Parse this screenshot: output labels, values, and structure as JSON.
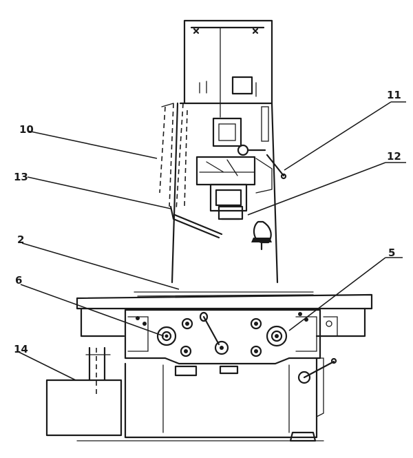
{
  "callouts": [
    {
      "id": "c11",
      "text": "11"
    },
    {
      "id": "c12",
      "text": "12"
    },
    {
      "id": "c10",
      "text": "10"
    },
    {
      "id": "c13",
      "text": "13"
    },
    {
      "id": "c2",
      "text": "2"
    },
    {
      "id": "c5",
      "text": "5"
    },
    {
      "id": "c6",
      "text": "6"
    },
    {
      "id": "c14",
      "text": "14"
    }
  ]
}
